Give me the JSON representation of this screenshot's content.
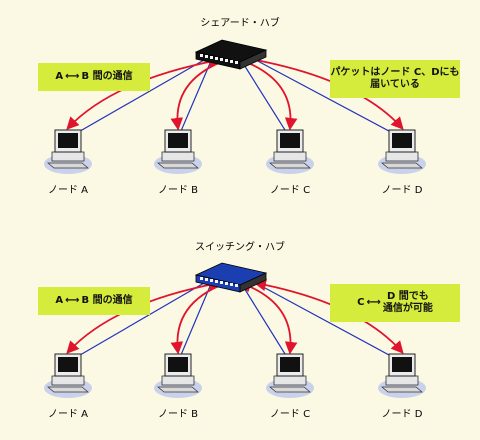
{
  "sections": [
    {
      "title": "シェアード・ハブ",
      "callout_left": {
        "from": "A",
        "arrow": "⟷",
        "to": "B 間の通信"
      },
      "callout_right": "パケットはノード C、Dにも\n届いている",
      "hub_color": "#111111",
      "nodes": [
        "ノード A",
        "ノード B",
        "ノード C",
        "ノード D"
      ]
    },
    {
      "title": "スイッチング・ハブ",
      "callout_left": {
        "from": "A",
        "arrow": "⟷",
        "to": "B 間の通信"
      },
      "callout_right": {
        "from": "C",
        "arrow": "⟷",
        "to": "D 間でも\n通信が可能"
      },
      "hub_color": "#1b3fb0",
      "nodes": [
        "ノード A",
        "ノード B",
        "ノード C",
        "ノード D"
      ]
    }
  ],
  "colors": {
    "background": "#fbf9e4",
    "callout": "#d6ec3c",
    "cable": "#2233bb",
    "traffic_arrow": "#e0142c",
    "shadow": "#c9d2ea"
  }
}
